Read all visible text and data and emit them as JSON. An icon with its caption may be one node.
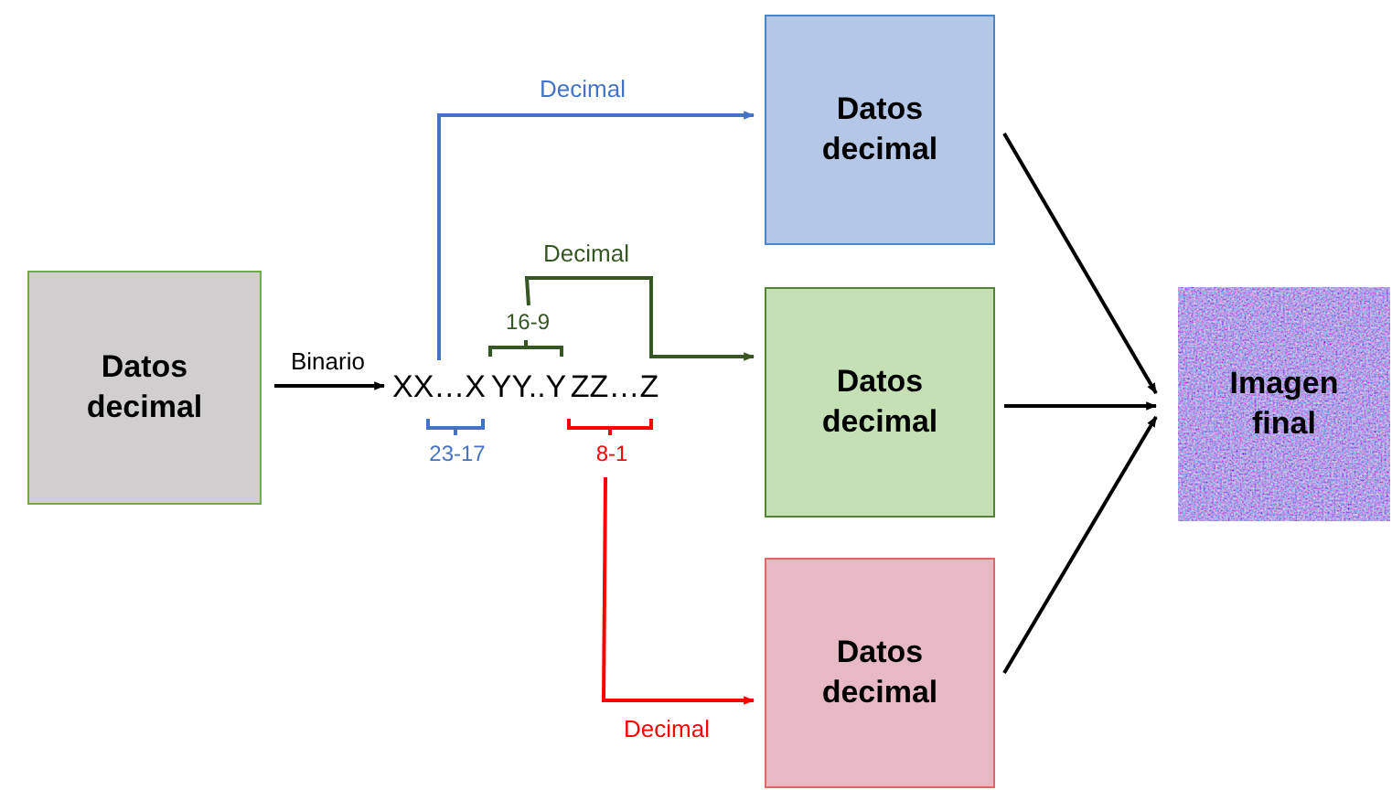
{
  "diagram": {
    "nodes": [
      {
        "text": [
          "Datos decimal"
        ]
      },
      {
        "text": [
          "XX…X"
        ]
      },
      {
        "text": [
          "YY..Y"
        ]
      },
      {
        "text": [
          "ZZ…Z"
        ]
      },
      {
        "text": [
          "Datos decimal"
        ]
      },
      {
        "text": [
          "Datos decimal"
        ]
      },
      {
        "text": [
          "Datos decimal"
        ]
      },
      {
        "text": [
          "Imagen final"
        ]
      }
    ],
    "edges": [
      {
        "from": 0,
        "to": 1,
        "arrow": "to",
        "label": "Binario"
      },
      {
        "from": 1,
        "to": 4,
        "arrow": "to",
        "label": "Decimal",
        "color": "#4472c4"
      },
      {
        "from": 2,
        "to": 5,
        "arrow": "to",
        "label": "Decimal",
        "color": "#375623"
      },
      {
        "from": 3,
        "to": 6,
        "arrow": "to",
        "label": "Decimal",
        "color": "#ff0000"
      },
      {
        "from": 4,
        "to": 7,
        "arrow": "to"
      },
      {
        "from": 5,
        "to": 7,
        "arrow": "to"
      },
      {
        "from": 6,
        "to": 7,
        "arrow": "to"
      }
    ],
    "labels": [
      "16-9",
      "23-17",
      "8-1"
    ]
  }
}
